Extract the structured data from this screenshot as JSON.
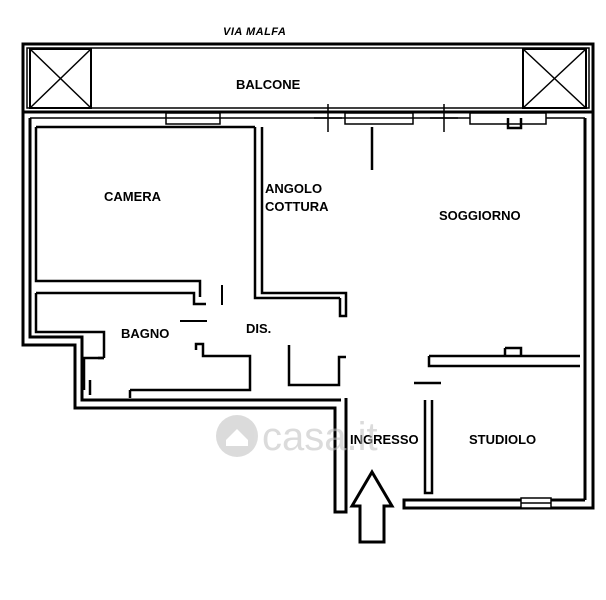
{
  "street": "VIA MALFA",
  "rooms": {
    "balcone": "BALCONE",
    "camera": "CAMERA",
    "angolo": "ANGOLO",
    "cottura": "COTTURA",
    "soggiorno": "SOGGIORNO",
    "bagno": "BAGNO",
    "dis": "DIS.",
    "ingresso": "INGRESSO",
    "studiolo": "STUDIOLO"
  },
  "watermark": "casa.it",
  "icons": {
    "entrance": "arrow-up-icon",
    "watermark": "house-icon"
  }
}
